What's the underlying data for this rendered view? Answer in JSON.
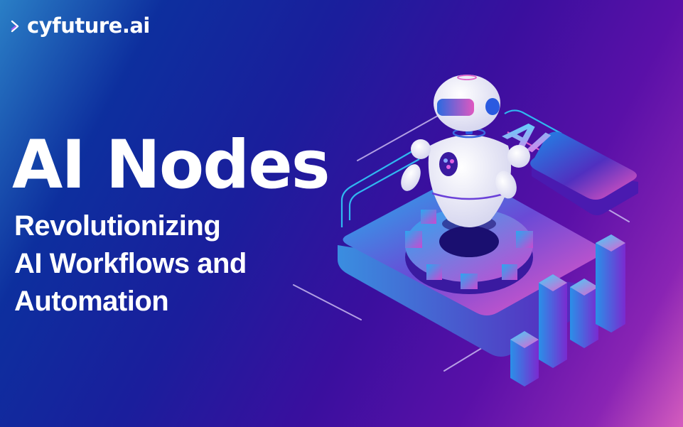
{
  "brand": {
    "name": "cyfuture.ai",
    "icon": "play-chevron-logo-icon"
  },
  "hero": {
    "title": "AI Nodes",
    "subtitle_lines": [
      "Revolutionizing",
      "AI Workflows and",
      "Automation"
    ]
  },
  "illustration": {
    "tile_label": "AI",
    "elements": [
      "robot",
      "gear",
      "platform",
      "ai-tile",
      "bar-chart",
      "circuit-lines"
    ]
  },
  "colors": {
    "bg_top_left": "#2a7fc6",
    "bg_mid": "#1a1e9c",
    "bg_purple": "#5a10a8",
    "bg_bottom_right": "#d45cbe",
    "accent_cyan": "#28c8f0",
    "accent_pink": "#f45cc8",
    "text": "#ffffff"
  }
}
